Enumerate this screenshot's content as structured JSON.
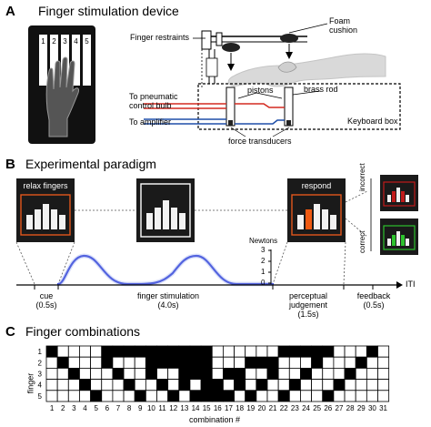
{
  "panels": {
    "a": {
      "letter": "A",
      "title": "Finger stimulation device",
      "finger_numbers": [
        "1",
        "2",
        "3",
        "4",
        "5"
      ],
      "labels": {
        "foam_cushion_1": "Foam",
        "foam_cushion_2": "cushion",
        "finger_restraints": "Finger restraints",
        "pistons": "pistons",
        "brass_rod": "brass rod",
        "to_pneumatic_1": "To pneumatic",
        "to_pneumatic_2": "control bulb",
        "to_amplifier": "To amplifier",
        "keyboard_box": "Keyboard box",
        "force_transducers": "force transducers"
      },
      "colors": {
        "pneumatic_line": "#d42a20",
        "amplifier_line": "#1f4fa8"
      }
    },
    "b": {
      "letter": "B",
      "title": "Experimental paradigm",
      "screens": {
        "relax": "relax fingers",
        "respond": "respond",
        "incorrect": "incorrect",
        "correct": "correct"
      },
      "y_unit": "Newtons",
      "y_ticks": [
        "3",
        "2",
        "1",
        "0"
      ],
      "iti": "ITI",
      "phases": [
        {
          "name": "cue",
          "duration": "(0.5s)"
        },
        {
          "name": "finger stimulation",
          "duration": "(4.0s)"
        },
        {
          "name": "perceptual",
          "name2": "judgement",
          "duration": "(1.5s)"
        },
        {
          "name": "feedback",
          "duration": "(0.5s)"
        }
      ],
      "colors": {
        "force_trace": "#2b3bd6",
        "frame_orange": "#e2571c",
        "respond_bar": "#ef5a12",
        "incorrect_bar": "#c21a1a",
        "correct_bar": "#2dc22d"
      }
    },
    "c": {
      "letter": "C",
      "title": "Finger combinations",
      "y_title": "finger",
      "x_title": "combination #",
      "row_labels": [
        "1",
        "2",
        "3",
        "4",
        "5"
      ],
      "column_labels": [
        "1",
        "2",
        "3",
        "4",
        "5",
        "6",
        "7",
        "8",
        "9",
        "10",
        "11",
        "12",
        "13",
        "14",
        "15",
        "16",
        "17",
        "18",
        "19",
        "20",
        "21",
        "22",
        "23",
        "24",
        "25",
        "26",
        "27",
        "28",
        "29",
        "30",
        "31"
      ],
      "grid": [
        [
          0,
          1,
          1,
          1,
          1,
          0,
          0,
          0,
          0,
          0,
          0,
          0,
          0,
          0,
          0,
          1,
          1,
          1,
          1,
          1,
          1,
          0,
          0,
          0,
          0,
          0,
          1,
          1,
          1,
          0,
          1
        ],
        [
          1,
          0,
          1,
          1,
          1,
          0,
          1,
          1,
          1,
          0,
          0,
          0,
          0,
          0,
          0,
          1,
          1,
          1,
          0,
          0,
          0,
          1,
          1,
          1,
          0,
          1,
          1,
          1,
          0,
          1,
          1
        ],
        [
          1,
          1,
          0,
          1,
          1,
          1,
          0,
          1,
          1,
          0,
          1,
          1,
          0,
          0,
          0,
          1,
          0,
          0,
          1,
          1,
          0,
          1,
          1,
          0,
          1,
          1,
          1,
          0,
          1,
          1,
          1
        ],
        [
          1,
          1,
          1,
          0,
          1,
          1,
          1,
          0,
          1,
          1,
          0,
          1,
          0,
          1,
          0,
          0,
          1,
          0,
          1,
          0,
          1,
          1,
          0,
          1,
          1,
          1,
          0,
          1,
          1,
          1,
          1
        ],
        [
          1,
          1,
          1,
          1,
          0,
          1,
          1,
          1,
          0,
          1,
          1,
          0,
          1,
          0,
          0,
          0,
          0,
          1,
          0,
          1,
          1,
          0,
          1,
          1,
          1,
          0,
          1,
          1,
          1,
          1,
          1
        ]
      ]
    }
  }
}
